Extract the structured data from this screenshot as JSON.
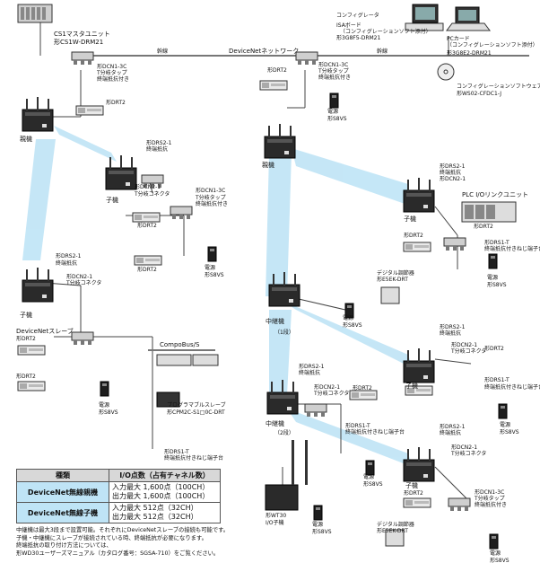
{
  "labels": {
    "cs1_master": "CS1マスタユニット",
    "cs1_model": "形CS1W-DRM21",
    "configurator": "コンフィグレータ",
    "isa_board": "ISAボード",
    "isa_note": "（コンフィグレーションソフト添付）",
    "isa_model": "形3G8F5-DRM21",
    "pc_card": "PCカード",
    "pc_note": "（コンフィグレーションソフト添付）",
    "pc_model": "形3G8E2-DRM21",
    "config_sw": "コンフィグレーションソフトウェア",
    "config_sw_model": "形WS02-CFDC1-J",
    "devicenet": "DeviceNetネットワーク",
    "trunk": "幹線",
    "dcn_model": "形DCN1-3C",
    "dcn_desc1": "T分岐タップ",
    "dcn_desc2": "終端抵抗付き",
    "drt2": "形DRT2",
    "power": "電源",
    "s8vs": "形S8VS",
    "master": "親機",
    "slave": "子機",
    "repeater": "中継機",
    "repeater_1": "（1段）",
    "repeater_2": "（2段）",
    "drs2": "形DRS2-1",
    "drs2_desc": "終端抵抗",
    "dcn2": "形DCN2-1",
    "dcn2_desc": "T分岐コネクタ",
    "devicenet_slave": "DeviceNetスレーブ",
    "compobus": "CompoBus/S",
    "programmable_slave": "プログラマブルスレーブ",
    "cpm_model": "形CPM2C-S1□0C-DRT",
    "drs1t": "形DRS1-T",
    "drs1t_desc": "終端抵抗付きねじ端子台",
    "plc_io": "PLC I/Oリンクユニット",
    "digital_ctrl": "デジタル調節器",
    "esek": "形E5EK-DRT",
    "wt30": "形WT30",
    "io_slave": "I/O子機"
  },
  "table": {
    "headers": [
      "種類",
      "I/O点数（占有チャネル数）"
    ],
    "rows": [
      {
        "kind": "DeviceNet無線親機",
        "line1": "入力最大 1,600点（100CH）",
        "line2": "出力最大 1,600点（100CH）"
      },
      {
        "kind": "DeviceNet無線子機",
        "line1": "入力最大 512点（32CH）",
        "line2": "出力最大 512点（32CH）"
      }
    ]
  },
  "notes": [
    "中継機は最大3段まで設置可能。それぞれにDeviceNetスレーブの接続も可能です。",
    "子機・中継機にスレーブが接続されている時、終端抵抗が必要になります。",
    "終端抵抗の取り付け方法については、",
    "形WD30ユーザーズマニュアル（カタログ番号：SGSA-710）をご覧ください。"
  ]
}
